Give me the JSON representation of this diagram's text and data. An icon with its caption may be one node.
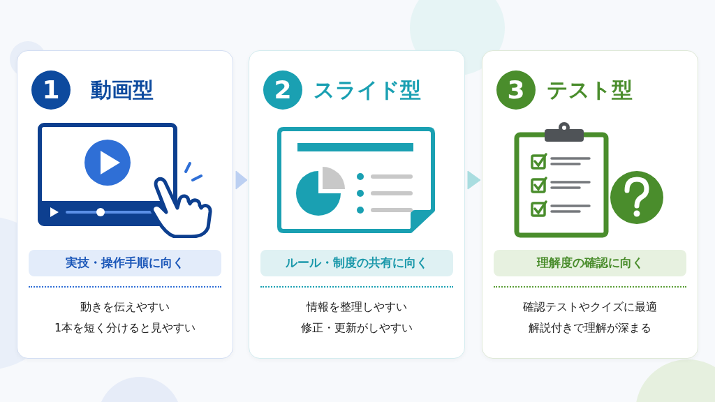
{
  "diagram": {
    "nodes": [
      {
        "text": [
          "動画型",
          "動きを伝えやすい",
          "1本を短く分けると見やすい"
        ]
      },
      {
        "text": [
          "1"
        ],
        "in": 0
      },
      {
        "text": [
          "実技・操作手順に向く"
        ],
        "in": 0
      },
      {
        "text": [
          "スライド型",
          "情報を整理しやすい",
          "修正・更新がしやすい"
        ]
      },
      {
        "text": [
          "2"
        ],
        "in": 3
      },
      {
        "text": [
          "ルール・制度の共有に向く"
        ],
        "in": 3
      },
      {
        "text": [
          "テスト型",
          "確認テストやクイズに最適",
          "解説付きで理解が深まる"
        ]
      },
      {
        "text": [
          "3"
        ],
        "in": 6
      },
      {
        "text": [
          "理解度の確認に向く"
        ],
        "in": 6
      }
    ],
    "edges": [
      {
        "from": 0,
        "to": 3,
        "arrow": "to",
        "color": "#bcd0f2"
      },
      {
        "from": 3,
        "to": 6,
        "arrow": "to",
        "color": "#a9dde0"
      }
    ]
  }
}
